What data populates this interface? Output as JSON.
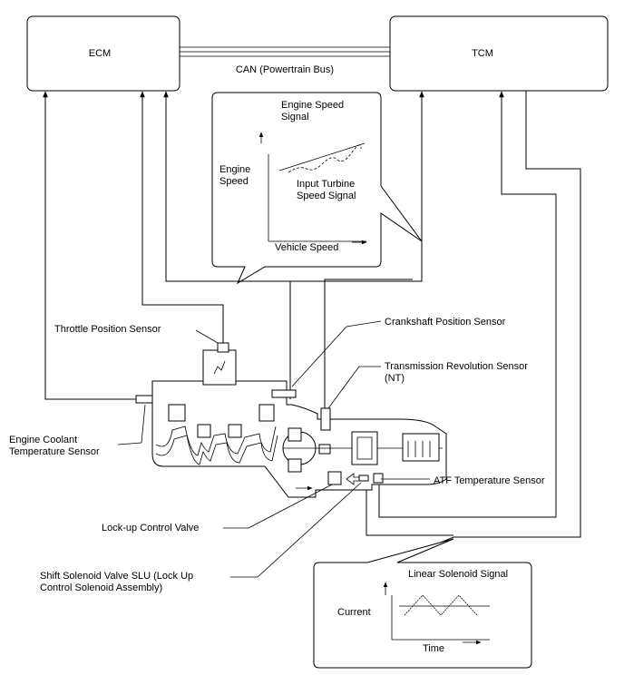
{
  "modules": {
    "ecm": "ECM",
    "tcm": "TCM",
    "can_bus": "CAN (Powertrain Bus)"
  },
  "engine_graph": {
    "title": "Engine Speed\nSignal",
    "y_label": "Engine\nSpeed",
    "x_label": "Vehicle Speed",
    "curve_label": "Input Turbine\nSpeed Signal"
  },
  "solenoid_graph": {
    "title": "Linear Solenoid Signal",
    "y_label": "Current",
    "x_label": "Time"
  },
  "sensors": {
    "throttle": "Throttle Position Sensor",
    "crankshaft": "Crankshaft Position Sensor",
    "nt": "Transmission Revolution Sensor\n(NT)",
    "coolant": "Engine Coolant\nTemperature Sensor",
    "atf": "ATF Temperature Sensor",
    "lockup_valve": "Lock-up Control Valve",
    "slu": "Shift Solenoid Valve SLU (Lock Up\nControl Solenoid Assembly)"
  },
  "colors": {
    "line": "#000000",
    "background": "#ffffff"
  }
}
